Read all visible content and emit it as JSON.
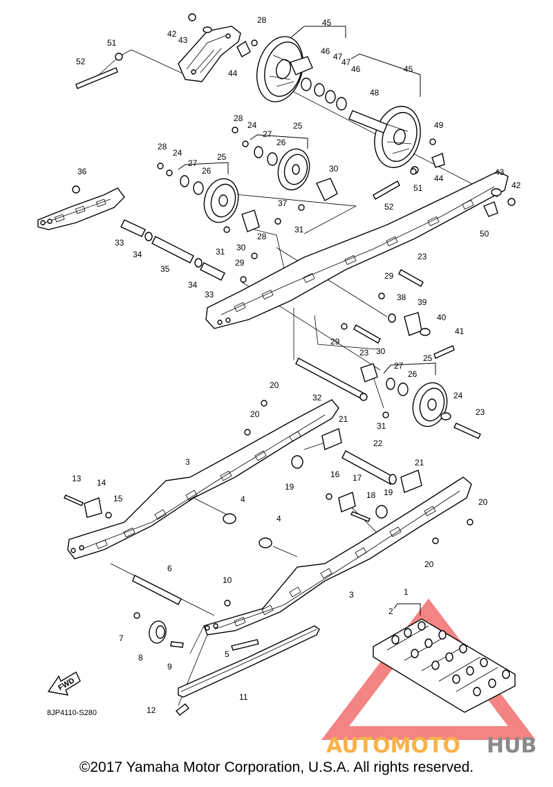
{
  "diagram": {
    "code": "8JP4110-S280",
    "fwd_label": "FWD",
    "labels": [
      "1",
      "2",
      "3",
      "4",
      "5",
      "6",
      "7",
      "8",
      "9",
      "10",
      "11",
      "12",
      "13",
      "14",
      "15",
      "16",
      "17",
      "18",
      "19",
      "20",
      "21",
      "22",
      "23",
      "24",
      "25",
      "26",
      "27",
      "28",
      "29",
      "30",
      "31",
      "32",
      "33",
      "34",
      "35",
      "36",
      "37",
      "38",
      "39",
      "40",
      "41",
      "42",
      "43",
      "44",
      "45",
      "46",
      "47",
      "48",
      "49",
      "50",
      "51",
      "52"
    ]
  },
  "watermark": {
    "part1": "AUTOMOTO",
    "part2": "HUB",
    "color_orange": "#f7b24a",
    "color_gray": "#8a8a8a",
    "color_red": "#f05a5a"
  },
  "copyright": "©2017 Yamaha Motor Corporation, U.S.A. All rights reserved."
}
